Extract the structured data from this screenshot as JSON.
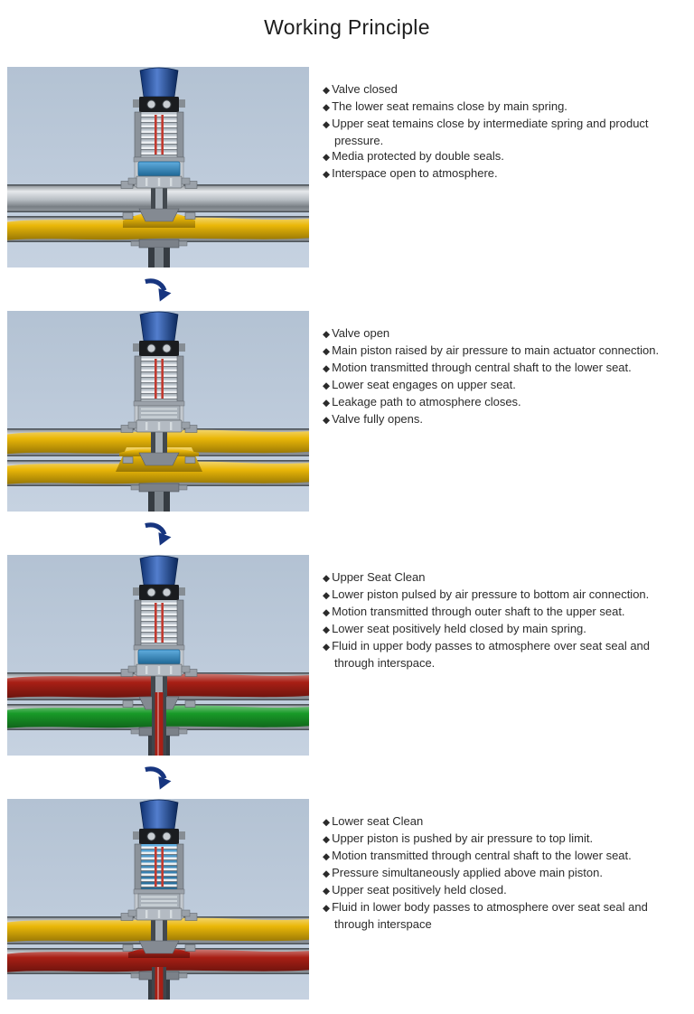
{
  "page": {
    "title": "Working Principle",
    "bullet_glyph": "◆"
  },
  "palette": {
    "diagram_background": "#b9c8da",
    "pipe_metal": "#c3c9cf",
    "fluid_yellow": "#eab708",
    "fluid_red": "#a81f15",
    "fluid_green": "#189a28",
    "actuator_cap_blue": "#2d62c2",
    "piston_air_blue": "#2b92d4",
    "arrow_navy": "#17357f",
    "text": "#2b2b2b"
  },
  "arrow": {
    "icon": "curved-down-right-arrow"
  },
  "sections": [
    {
      "id": "valve-closed",
      "diagram": {
        "alt": "valve-closed-diagram",
        "upper_fluid": "none",
        "lower_fluid": "yellow",
        "center": "closed",
        "air": "band"
      },
      "bullets": [
        "Valve closed",
        "The lower seat remains close by main spring.",
        "Upper seat temains close by intermediate spring and product pressure.",
        "Media protected by double seals.",
        "Interspace open to atmosphere."
      ]
    },
    {
      "id": "valve-open",
      "diagram": {
        "alt": "valve-open-diagram",
        "upper_fluid": "yellow",
        "lower_fluid": "yellow",
        "center": "open",
        "air": "none"
      },
      "bullets": [
        "Valve open",
        "Main piston raised by air pressure to main actuator connection.",
        "Motion transmitted through central shaft to the lower seat.",
        "Lower seat engages on upper seat.",
        "Leakage path to atmosphere closes.",
        "Valve fully opens."
      ]
    },
    {
      "id": "upper-seat-clean",
      "diagram": {
        "alt": "upper-seat-clean-diagram",
        "upper_fluid": "red",
        "lower_fluid": "green",
        "center": "drain-upper",
        "air": "band"
      },
      "bullets": [
        "Upper Seat Clean",
        "Lower piston pulsed by air pressure to bottom air connection.",
        "Motion transmitted through outer shaft to the upper seat.",
        "Lower seat positively held closed by main spring.",
        "Fluid in upper body passes to atmosphere over seat seal and through interspace."
      ]
    },
    {
      "id": "lower-seat-clean",
      "diagram": {
        "alt": "lower-seat-clean-diagram",
        "upper_fluid": "yellow",
        "lower_fluid": "red",
        "center": "drain-lower",
        "air": "springs"
      },
      "bullets": [
        "Lower seat Clean",
        "Upper piston is pushed by air pressure to top limit.",
        "Motion transmitted through central shaft to the lower seat.",
        "Pressure simultaneously applied above main piston.",
        "Upper seat positively held closed.",
        "Fluid in lower body passes to atmosphere over seat seal and through interspace"
      ]
    }
  ]
}
